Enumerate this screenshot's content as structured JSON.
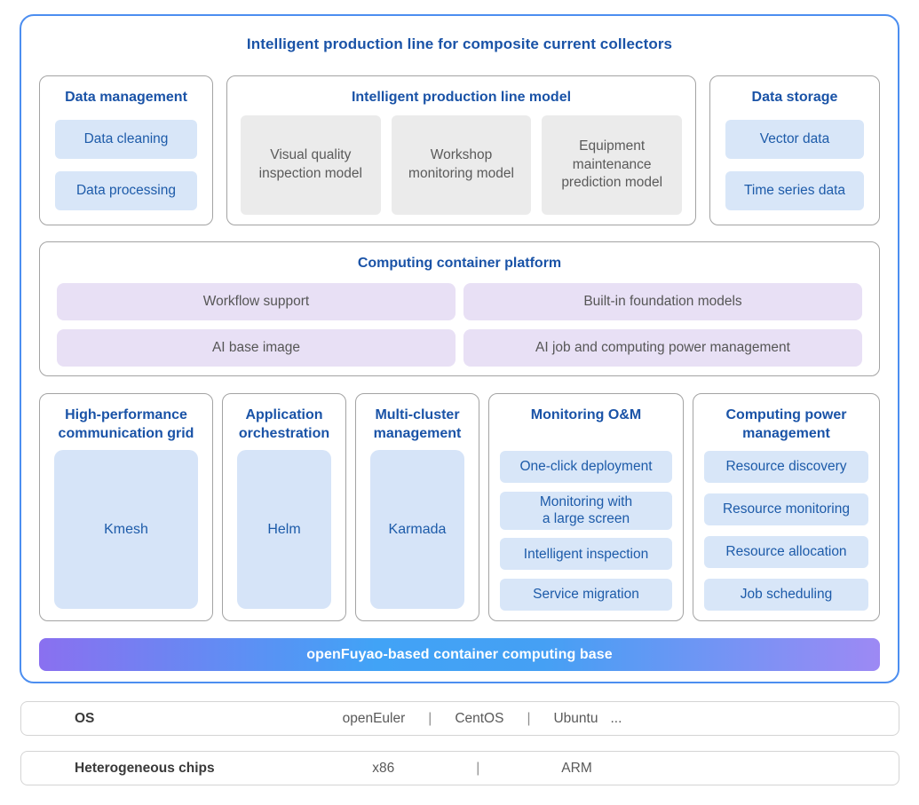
{
  "title": "Intelligent production line for composite current collectors",
  "colors": {
    "outer_border": "#4c8ef0",
    "heading_blue": "#1a53a7",
    "pill_blue_bg": "#d8e6f8",
    "pill_blue_text": "#1d5ba9",
    "gray_cell_bg": "#ebebeb",
    "gray_text": "#5a5a5a",
    "purple_pill_bg": "#e8e0f5",
    "gradient_left": "#8a70f0",
    "gradient_mid": "#41a3f6",
    "gradient_right": "#9d89f4"
  },
  "row1": {
    "data_management": {
      "title": "Data management",
      "items": [
        "Data cleaning",
        "Data processing"
      ]
    },
    "production_line_model": {
      "title": "Intelligent production line model",
      "items": [
        "Visual quality inspection model",
        "Workshop monitoring model",
        "Equipment maintenance prediction model"
      ]
    },
    "data_storage": {
      "title": "Data storage",
      "items": [
        "Vector data",
        "Time series data"
      ]
    }
  },
  "platform": {
    "title": "Computing container platform",
    "items": [
      "Workflow support",
      "Built-in foundation models",
      "AI base image",
      "AI job and computing power management"
    ]
  },
  "row3": [
    {
      "title": "High-performance communication grid",
      "big": "Kmesh"
    },
    {
      "title": "Application orchestration",
      "big": "Helm"
    },
    {
      "title": "Multi-cluster management",
      "big": "Karmada"
    },
    {
      "title": "Monitoring O&M",
      "items": [
        "One-click deployment",
        "Monitoring with\na large screen",
        "Intelligent inspection",
        "Service migration"
      ]
    },
    {
      "title": "Computing power management",
      "items": [
        "Resource discovery",
        "Resource monitoring",
        "Resource allocation",
        "Job scheduling"
      ]
    }
  ],
  "base_bar": "openFuyao-based container computing base",
  "separator": "|",
  "bottom_rows": [
    {
      "label": "OS",
      "values": [
        "openEuler",
        "CentOS",
        "Ubuntu"
      ],
      "ellipsis": "..."
    },
    {
      "label": "Heterogeneous chips",
      "values": [
        "x86",
        "ARM"
      ]
    }
  ]
}
